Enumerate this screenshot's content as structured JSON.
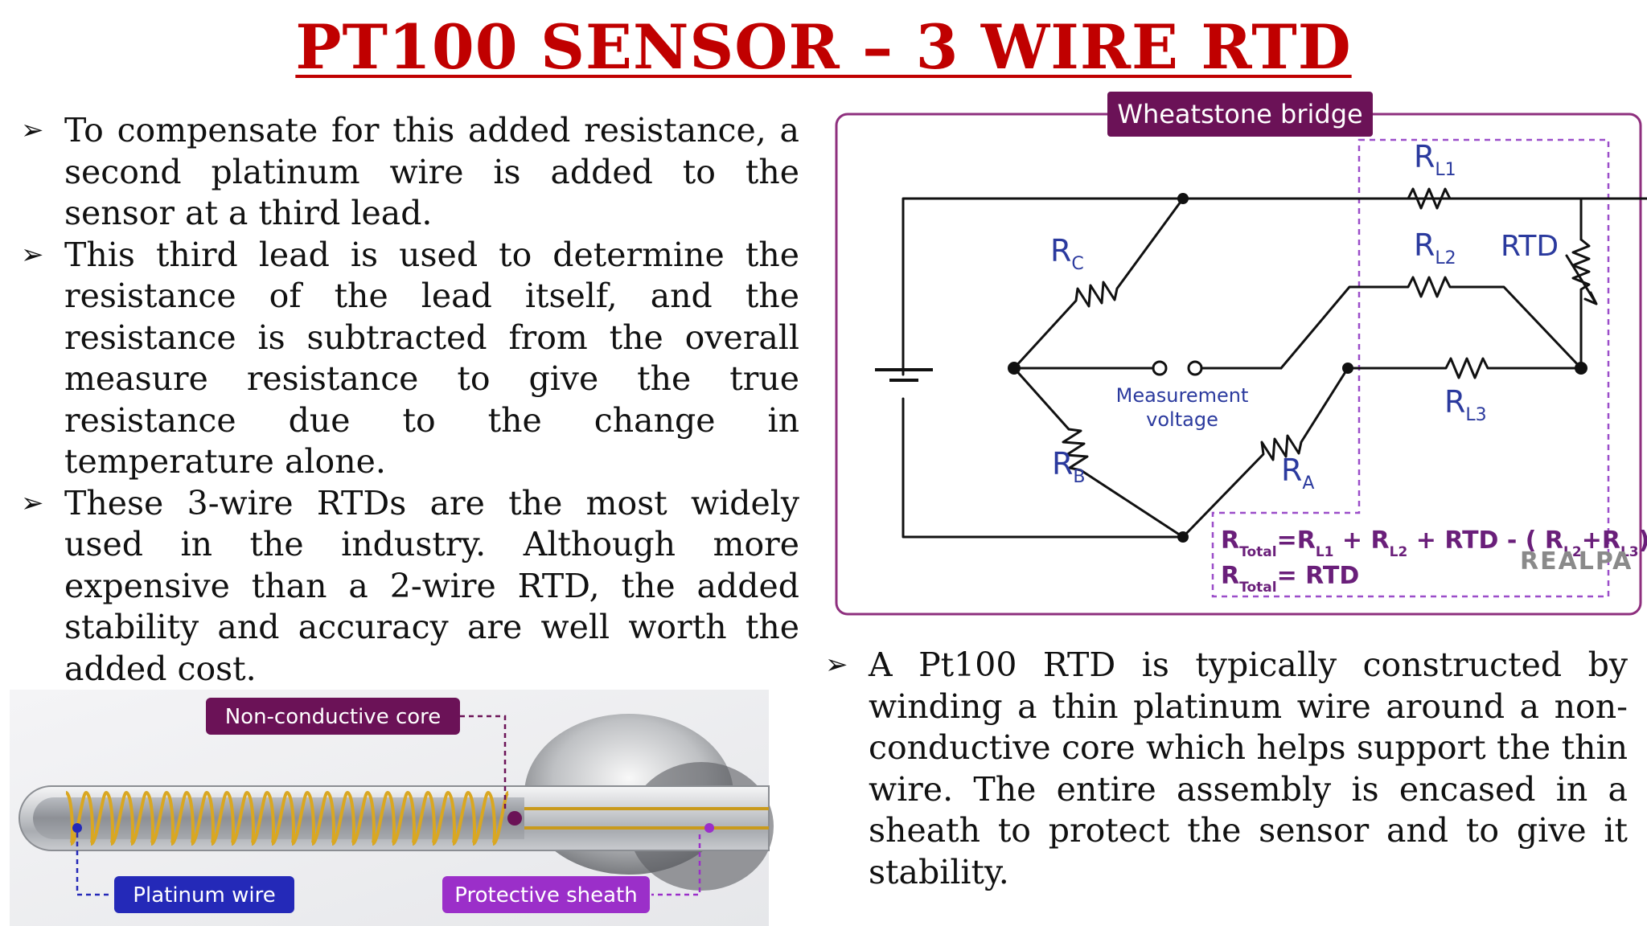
{
  "title": "PT100 SENSOR – 3 WIRE RTD",
  "left_bullets": [
    "To compensate for this added resistance, a second platinum wire is added to the sensor at a third lead.",
    "This third lead is used to determine the resistance of the lead itself, and the resistance is subtracted from the overall measure resistance to give the true resistance due to the change in temperature alone.",
    "These 3-wire RTDs are the most widely used in the industry. Although more expensive than a 2-wire RTD, the added stability and accuracy are well worth the added cost."
  ],
  "right_bullets": [
    "A Pt100 RTD is typically constructed by winding a thin platinum wire around a non-conductive core which helps support the thin wire. The entire assembly is encased in a sheath to protect the sensor and to give it stability."
  ],
  "bullet_glyph": "➢",
  "bridge": {
    "header": "Wheatstone bridge",
    "r_letter": "R",
    "rc_sub": "C",
    "rb_sub": "B",
    "ra_sub": "A",
    "rl1_sub": "L1",
    "rl2_sub": "L2",
    "rl3_sub": "L3",
    "rtd": "RTD",
    "measurement_line1": "Measurement",
    "measurement_line2": "voltage",
    "formula1_lead": "R",
    "formula1_total": "Total",
    "formula1_rest_a": "=R",
    "formula1_l1": "L1",
    "formula1_rest_b": " + R",
    "formula1_l2": "L2",
    "formula1_rest_c": " + RTD - ( R",
    "formula1_l2b": "L2",
    "formula1_rest_d": "+R",
    "formula1_l3": "L3",
    "formula1_rest_e": ")",
    "formula2_lead": "R",
    "formula2_total": "Total",
    "formula2_rest": "= RTD",
    "watermark": "REALPA"
  },
  "sensor": {
    "label_core": "Non-conductive core",
    "label_wire": "Platinum wire",
    "label_sheath": "Protective sheath"
  },
  "colors": {
    "title": "#c00000",
    "bridge_frame": "#8e2f7e",
    "bridge_label_bg": "#6b1257",
    "bridge_text": "#2b3a9e",
    "formula_text": "#6a1f7a",
    "core_label_bg": "#6b1257",
    "wire_label_bg": "#2429b8",
    "sheath_label_bg": "#9b2fc9"
  }
}
